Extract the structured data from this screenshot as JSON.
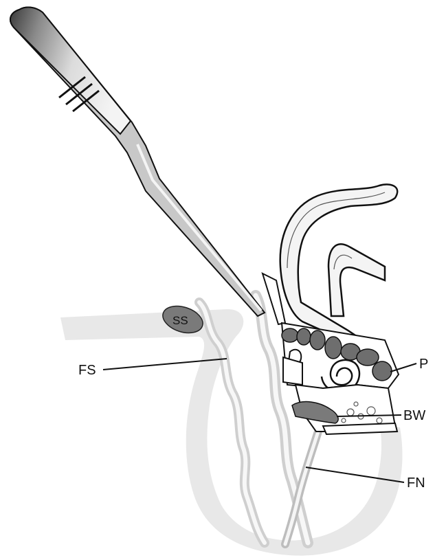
{
  "labels": {
    "ss": "SS",
    "fs": "FS",
    "p": "P",
    "bw": "BW",
    "fn": "FN"
  },
  "colors": {
    "background": "#ffffff",
    "tissue_light": "#e6e6e6",
    "tissue_mid": "#cfcfcf",
    "dark_gray": "#6e6e6e",
    "outline": "#111111",
    "instrument_light": "#f2f2f2",
    "instrument_dark": "#7a7a7a"
  }
}
